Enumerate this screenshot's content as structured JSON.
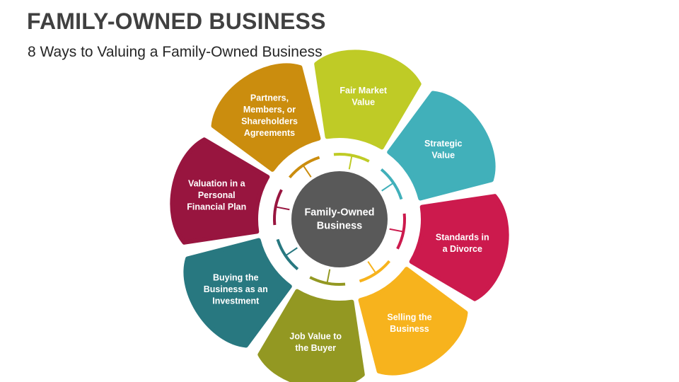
{
  "header": {
    "title": "FAMILY-OWNED BUSINESS",
    "subtitle": "8 Ways to Valuing a Family-Owned Business"
  },
  "hub": {
    "label_lines": [
      "Family-Owned",
      "Business"
    ],
    "color": "#595959"
  },
  "segments": [
    {
      "lines": [
        "Fair Market",
        "Value"
      ],
      "color": "#BFCB26"
    },
    {
      "lines": [
        "Strategic",
        "Value"
      ],
      "color": "#41B0BA"
    },
    {
      "lines": [
        "Standards in",
        "a Divorce"
      ],
      "color": "#CC1A4D"
    },
    {
      "lines": [
        "Selling the",
        "Business"
      ],
      "color": "#F7B31D"
    },
    {
      "lines": [
        "Job Value to",
        "the Buyer"
      ],
      "color": "#939822"
    },
    {
      "lines": [
        "Buying the",
        "Business as an",
        "Investment"
      ],
      "color": "#287880"
    },
    {
      "lines": [
        "Valuation in a",
        "Personal",
        "Financial Plan"
      ],
      "color": "#98153F"
    },
    {
      "lines": [
        "Partners,",
        "Members, or",
        "Shareholders",
        "Agreements"
      ],
      "color": "#CB8D0E"
    }
  ]
}
